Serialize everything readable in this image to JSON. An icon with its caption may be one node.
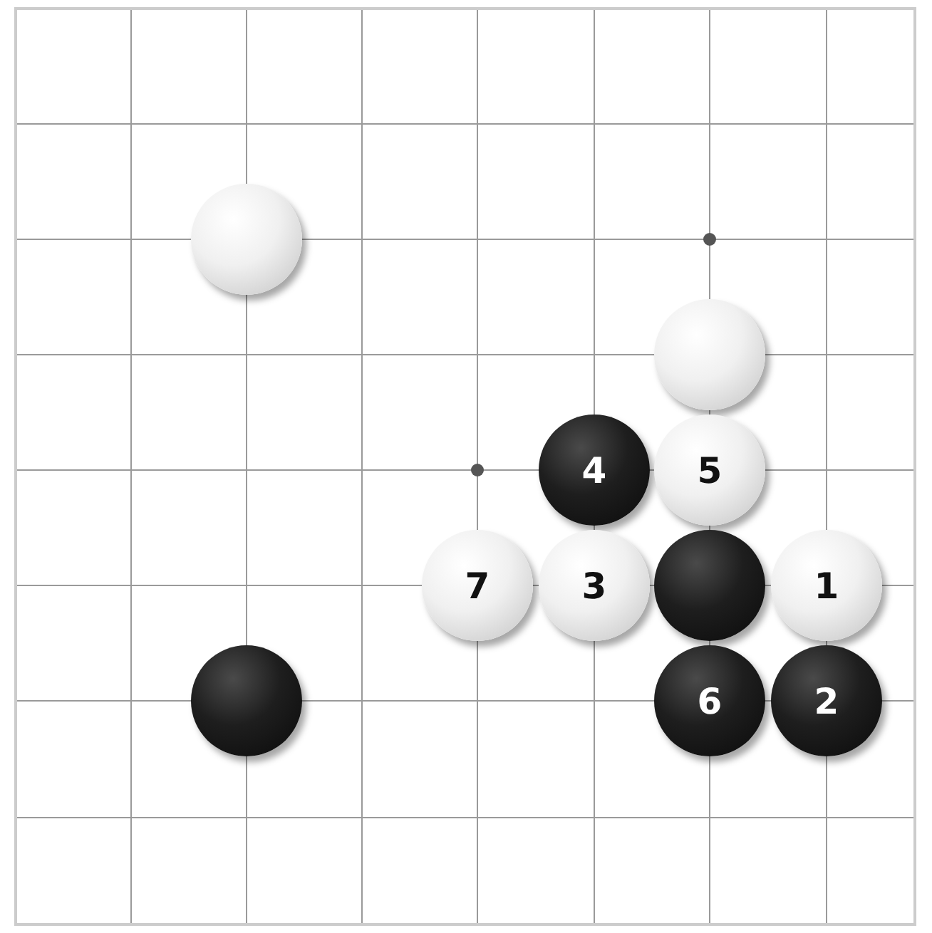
{
  "diagram": {
    "nodes": [
      {
        "text": [],
        "shape": "circle"
      },
      {
        "text": [],
        "shape": "circle"
      },
      {
        "text": [
          "4"
        ]
      },
      {
        "text": [
          "5"
        ]
      },
      {
        "text": [
          "7"
        ]
      },
      {
        "text": [
          "3"
        ]
      },
      {
        "text": [],
        "shape": "circle"
      },
      {
        "text": [
          "1"
        ]
      },
      {
        "text": [],
        "shape": "circle"
      },
      {
        "text": [
          "6"
        ]
      },
      {
        "text": [
          "2"
        ]
      }
    ]
  }
}
